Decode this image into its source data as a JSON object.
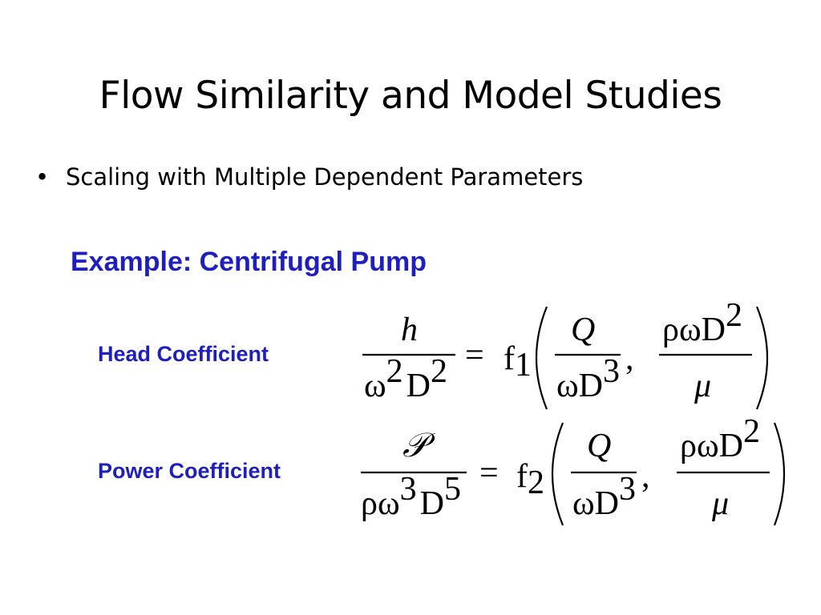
{
  "slide": {
    "title": "Flow Similarity and Model Studies",
    "bullet": "Scaling with Multiple Dependent Parameters",
    "example_heading": "Example: Centrifugal Pump",
    "colors": {
      "accent_blue": "#1f1fbf",
      "text": "#000000",
      "background": "#ffffff"
    },
    "equations": {
      "head": {
        "label": "Head Coefficient",
        "lhs_numerator": "h",
        "lhs_denominator": [
          "ω",
          "2",
          "D",
          "2"
        ],
        "function": "f",
        "function_subscript": "1",
        "arg1_numerator": "Q",
        "arg1_denominator": [
          "ω",
          "D",
          "3"
        ],
        "arg2_numerator": [
          "ρ",
          "ω",
          "D",
          "2"
        ],
        "arg2_denominator": "μ"
      },
      "power": {
        "label": "Power Coefficient",
        "lhs_numerator": "𝒫",
        "lhs_denominator": [
          "ρ",
          "ω",
          "3",
          "D",
          "5"
        ],
        "function": "f",
        "function_subscript": "2",
        "arg1_numerator": "Q",
        "arg1_denominator": [
          "ω",
          "D",
          "3"
        ],
        "arg2_numerator": [
          "ρ",
          "ω",
          "D",
          "2"
        ],
        "arg2_denominator": "μ"
      },
      "equals": "=",
      "comma": ","
    }
  }
}
